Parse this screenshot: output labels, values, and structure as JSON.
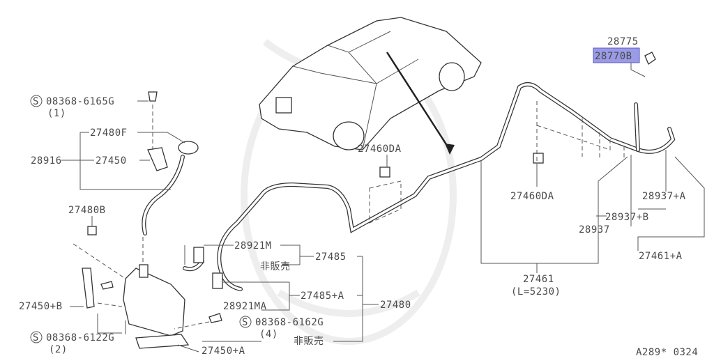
{
  "diagram": {
    "callouts": {
      "p28775": "28775",
      "p28770B": "28770B",
      "bolt_top": "08368-6165G",
      "bolt_top_qty": "(1)",
      "p27480F": "27480F",
      "p28916": "28916",
      "p27450": "27450",
      "p27480B": "27480B",
      "p28921M": "28921M",
      "p27485": "27485",
      "not_sold_1": "非販売",
      "p27485A": "27485+A",
      "p27480": "27480",
      "p28921MA": "28921MA",
      "p27450B": "27450+B",
      "bolt_mid": "08368-6162G",
      "bolt_mid_qty": "(4)",
      "bolt_bot": "08368-6122G",
      "bolt_bot_qty": "(2)",
      "not_sold_2": "非販売",
      "p27450A": "27450+A",
      "p27460DA_1": "27460DA",
      "p27460DA_2": "27460DA",
      "p28937A": "28937+A",
      "p28937B": "28937+B",
      "p28937": "28937",
      "p27461A": "27461+A",
      "p27461": "27461",
      "p27461_len": "(L=5230)",
      "ref_code": "A289* 0324"
    },
    "standard_part_symbol": "S",
    "highlight_color": "#9a9ae6"
  }
}
